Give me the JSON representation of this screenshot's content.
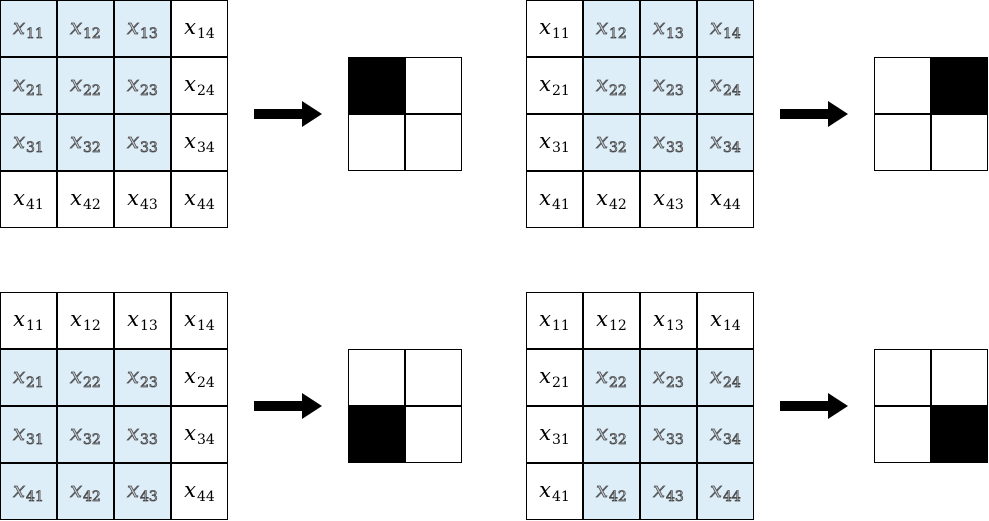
{
  "colors": {
    "highlight": "#deeef9",
    "cell_border": "#000000",
    "active_output": "#000000",
    "arrow": "#000000"
  },
  "icons": {
    "transition": "arrow-right-icon"
  },
  "matrix": [
    [
      {
        "base": "x",
        "sub": "11"
      },
      {
        "base": "x",
        "sub": "12"
      },
      {
        "base": "x",
        "sub": "13"
      },
      {
        "base": "x",
        "sub": "14"
      }
    ],
    [
      {
        "base": "x",
        "sub": "21"
      },
      {
        "base": "x",
        "sub": "22"
      },
      {
        "base": "x",
        "sub": "23"
      },
      {
        "base": "x",
        "sub": "24"
      }
    ],
    [
      {
        "base": "x",
        "sub": "31"
      },
      {
        "base": "x",
        "sub": "32"
      },
      {
        "base": "x",
        "sub": "33"
      },
      {
        "base": "x",
        "sub": "34"
      }
    ],
    [
      {
        "base": "x",
        "sub": "41"
      },
      {
        "base": "x",
        "sub": "42"
      },
      {
        "base": "x",
        "sub": "43"
      },
      {
        "base": "x",
        "sub": "44"
      }
    ]
  ],
  "panels": [
    {
      "window_start": [
        0,
        0
      ],
      "window_size": 3,
      "output_active": [
        0,
        0
      ]
    },
    {
      "window_start": [
        0,
        1
      ],
      "window_size": 3,
      "output_active": [
        0,
        1
      ]
    },
    {
      "window_start": [
        1,
        0
      ],
      "window_size": 3,
      "output_active": [
        1,
        0
      ]
    },
    {
      "window_start": [
        1,
        1
      ],
      "window_size": 3,
      "output_active": [
        1,
        1
      ]
    }
  ]
}
